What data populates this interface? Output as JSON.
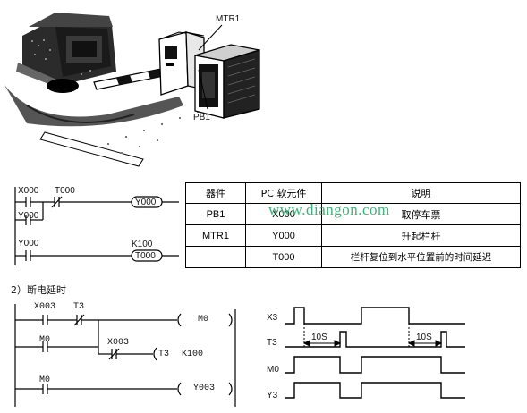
{
  "figure1": {
    "label_mtr1": "MTR1",
    "label_pb1": "PB1"
  },
  "ladder1": {
    "x000": "X000",
    "t000_contact": "T000",
    "y000_coil": "Y000",
    "y000_hold": "Y000",
    "y000_contact": "Y000",
    "k100": "K100",
    "t000_coil": "T000"
  },
  "io_table": {
    "headers": [
      "器件",
      "PC 软元件",
      "说明"
    ],
    "rows": [
      [
        "PB1",
        "X000",
        "取停车票"
      ],
      [
        "MTR1",
        "Y000",
        "升起栏杆"
      ],
      [
        "",
        "T000",
        "栏杆复位到水平位置前的时间延迟"
      ]
    ]
  },
  "watermark": "www.diangon.com",
  "section2_title": "2）断电延时",
  "ladder2": {
    "x003": "X003",
    "t3_contact": "T3",
    "m0_coil": "M0",
    "m0_hold": "M0",
    "x003_nc": "X003",
    "t3_coil": "T3",
    "k100": "K100",
    "m0_contact": "M0",
    "y003_coil": "Y003"
  },
  "timing": {
    "signals": [
      "X3",
      "T3",
      "M0",
      "Y3"
    ],
    "delay_label_1": "10S",
    "delay_label_2": "10S"
  }
}
